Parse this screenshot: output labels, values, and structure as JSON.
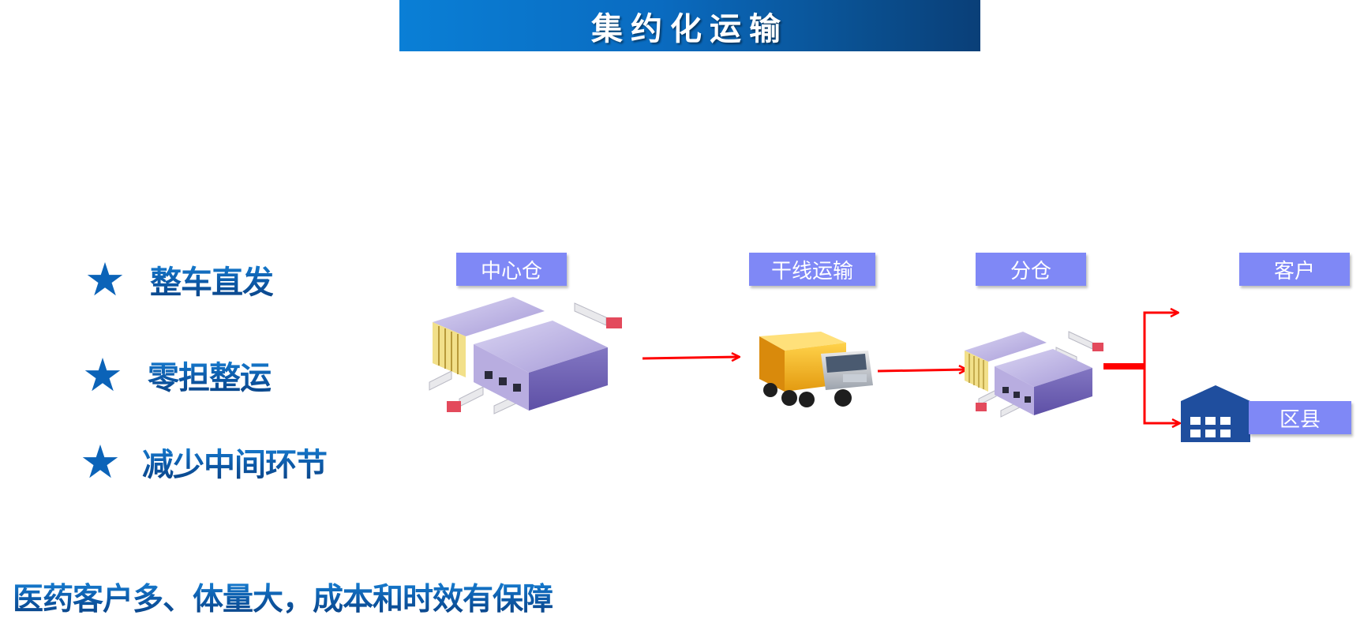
{
  "title": "集约化运输",
  "bullets": [
    "整车直发",
    "零担整运",
    "减少中间环节"
  ],
  "footer": "医药客户多、体量大，成本和时效有保障",
  "labels": {
    "center_warehouse": "中心仓",
    "trunk_transport": "干线运输",
    "branch_warehouse": "分仓",
    "customer": "客户",
    "district": "区县"
  },
  "colors": {
    "title_banner": "#0a6bc0",
    "bullet_text": "#0d5aa8",
    "label_box": "#7f88f6",
    "arrow": "#ff0000",
    "warehouse_purple": "#8a7fc4",
    "truck_cargo": "#f5b21e",
    "building_blue": "#1f4e9e"
  },
  "icons": [
    "star-icon",
    "warehouse-icon",
    "truck-icon",
    "building-icon"
  ]
}
